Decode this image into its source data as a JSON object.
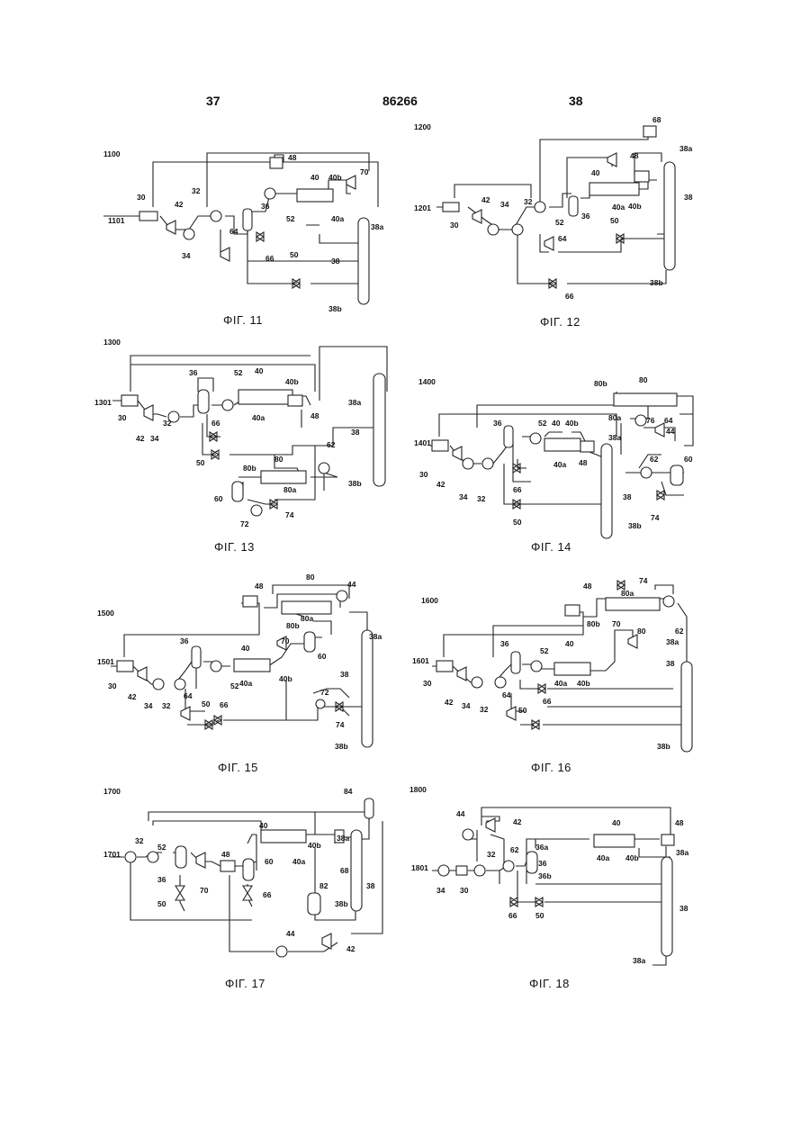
{
  "header": {
    "left_page": "37",
    "doc_number": "86266",
    "right_page": "38"
  },
  "figures": [
    {
      "id": "fig11",
      "ref": "1100",
      "caption": "ΦΙΓ. 11",
      "labels": [
        "1101",
        "30",
        "42",
        "34",
        "32",
        "48",
        "40",
        "40b",
        "70",
        "36",
        "52",
        "40a",
        "64",
        "66",
        "50",
        "38a",
        "38",
        "38b"
      ]
    },
    {
      "id": "fig12",
      "ref": "1200",
      "caption": "ΦΙΓ. 12",
      "labels": [
        "68",
        "38a",
        "48",
        "40",
        "1201",
        "30",
        "42",
        "34",
        "32",
        "52",
        "36",
        "40a",
        "40b",
        "50",
        "64",
        "38",
        "38b",
        "66"
      ]
    },
    {
      "id": "fig13",
      "ref": "1300",
      "caption": "ΦΙΓ. 13",
      "labels": [
        "1301",
        "30",
        "42",
        "34",
        "32",
        "36",
        "52",
        "40",
        "40b",
        "40a",
        "48",
        "66",
        "38a",
        "38",
        "62",
        "38b",
        "50",
        "80b",
        "80",
        "60",
        "80a",
        "72",
        "74"
      ]
    },
    {
      "id": "fig14",
      "ref": "1400",
      "caption": "ΦΙΓ. 14",
      "labels": [
        "80b",
        "80",
        "1401",
        "30",
        "42",
        "34",
        "32",
        "36",
        "52",
        "40",
        "40b",
        "40a",
        "48",
        "66",
        "50",
        "38a",
        "80a",
        "76",
        "64",
        "44",
        "62",
        "60",
        "38",
        "74",
        "38b"
      ]
    },
    {
      "id": "fig15",
      "ref": "1500",
      "caption": "ΦΙΓ. 15",
      "labels": [
        "48",
        "80",
        "44",
        "80b",
        "80a",
        "60",
        "1501",
        "30",
        "42",
        "34",
        "32",
        "36",
        "64",
        "66",
        "40",
        "40a",
        "40b",
        "70",
        "52",
        "50",
        "72",
        "74",
        "38a",
        "38",
        "38b"
      ]
    },
    {
      "id": "fig16",
      "ref": "1600",
      "caption": "ΦΙΓ. 16",
      "labels": [
        "74",
        "48",
        "80a",
        "80b",
        "80",
        "62",
        "38a",
        "1601",
        "30",
        "42",
        "34",
        "32",
        "36",
        "52",
        "40",
        "70",
        "40a",
        "40b",
        "64",
        "66",
        "50",
        "38",
        "38b"
      ]
    },
    {
      "id": "fig17",
      "ref": "1700",
      "caption": "ΦΙΓ. 17",
      "labels": [
        "84",
        "1701",
        "32",
        "52",
        "36",
        "50",
        "48",
        "70",
        "40",
        "40b",
        "40a",
        "60",
        "66",
        "38a",
        "68",
        "82",
        "38b",
        "38",
        "44",
        "42"
      ]
    },
    {
      "id": "fig18",
      "ref": "1800",
      "caption": "ΦΙΓ. 18",
      "labels": [
        "1800",
        "44",
        "42",
        "32",
        "62",
        "36a",
        "36",
        "36b",
        "40",
        "48",
        "40a",
        "40b",
        "38a",
        "1801",
        "34",
        "30",
        "66",
        "50",
        "38",
        "38a"
      ]
    }
  ]
}
